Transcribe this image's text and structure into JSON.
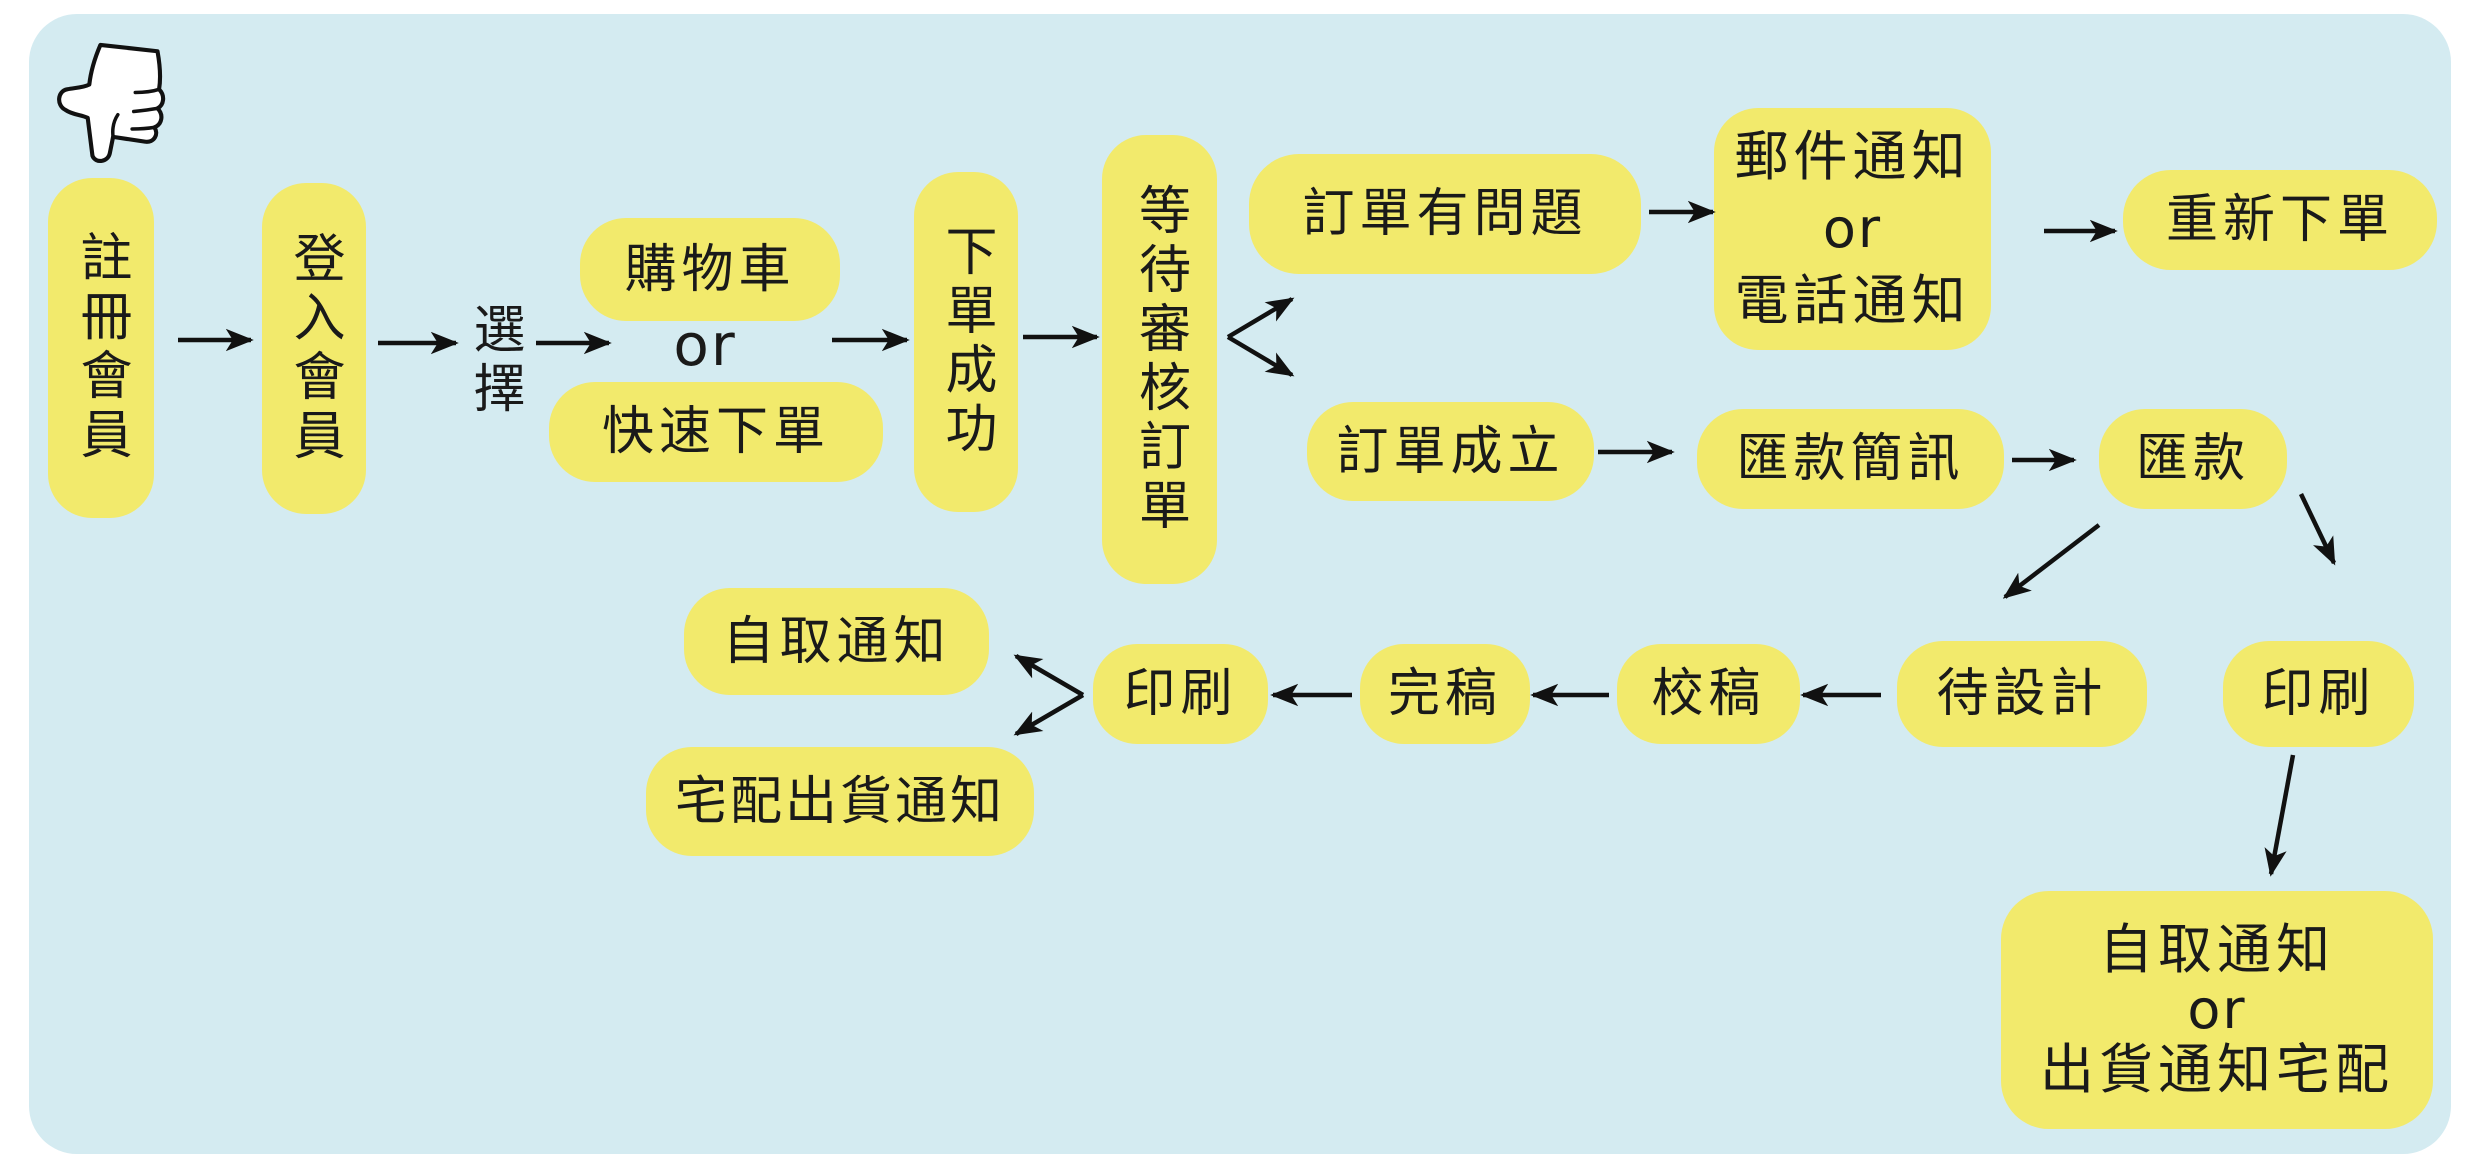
{
  "colors": {
    "background": "#D4EBF1",
    "node_fill": "#F2EA6C",
    "text": "#1A1A1A",
    "arrow": "#111111"
  },
  "icons": {
    "hand": "pointing-hand-icon"
  },
  "nodes": {
    "register": "註冊會員",
    "login": "登入會員",
    "choose": "選擇",
    "cart": "購物車",
    "choose_or": "or",
    "quick_order": "快速下單",
    "order_success": "下單成功",
    "await_review": "等待審核訂單",
    "order_issue": "訂單有問題",
    "notify": {
      "line1": "郵件通知",
      "or": "or",
      "line2": "電話通知"
    },
    "reorder": "重新下單",
    "order_established": "訂單成立",
    "remit_sms": "匯款簡訊",
    "remit": "匯款",
    "pending_design": "待設計",
    "print_a": "印刷",
    "final_notice": {
      "line1": "自取通知",
      "or": "or",
      "line2": "出貨通知宅配"
    },
    "proof": "校稿",
    "finalize": "完稿",
    "print_b": "印刷",
    "pickup_notice": "自取通知",
    "delivery_notice": "宅配出貨通知"
  }
}
